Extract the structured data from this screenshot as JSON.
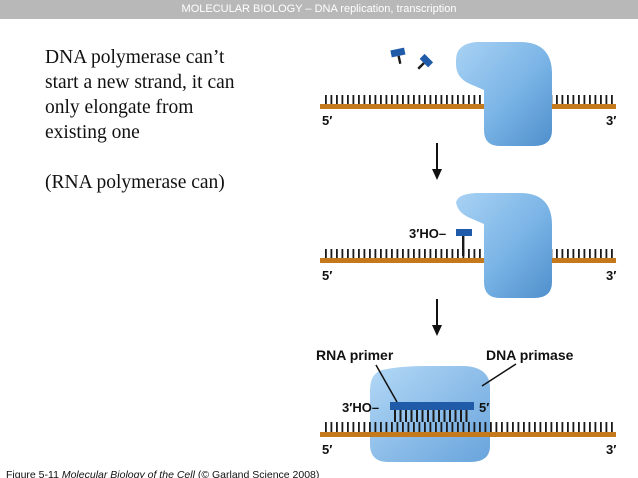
{
  "header": {
    "title": "MOLECULAR BIOLOGY",
    "separator": " – ",
    "subtitle": "DNA replication, transcription"
  },
  "body": {
    "paragraph1_line1": "DNA polymerase can’t",
    "paragraph1_line2": "start a new strand, it can",
    "paragraph1_line3": "only elongate from",
    "paragraph1_line4": "existing one",
    "paragraph2": "(RNA polymerase can)"
  },
  "figure": {
    "panel1": {
      "label_left": "5′",
      "label_right": "3′"
    },
    "panel2": {
      "label_3ho": "3′HO–",
      "label_left": "5′",
      "label_right": "3′"
    },
    "panel3": {
      "label_rna_primer": "RNA primer",
      "label_dna_primase": "DNA primase",
      "label_3ho": "3′HO–",
      "label_5": "5′",
      "label_left": "5′",
      "label_right": "3′"
    },
    "colors": {
      "strand": "#c47a1c",
      "enzyme": "#7ab4e6",
      "rna": "#1f5ba8",
      "ticks": "#1a1a1a"
    }
  },
  "caption": {
    "prefix": "Figure 5-11 ",
    "book": "Molecular Biology of the Cell",
    "suffix": " (© Garland Science 2008)"
  }
}
